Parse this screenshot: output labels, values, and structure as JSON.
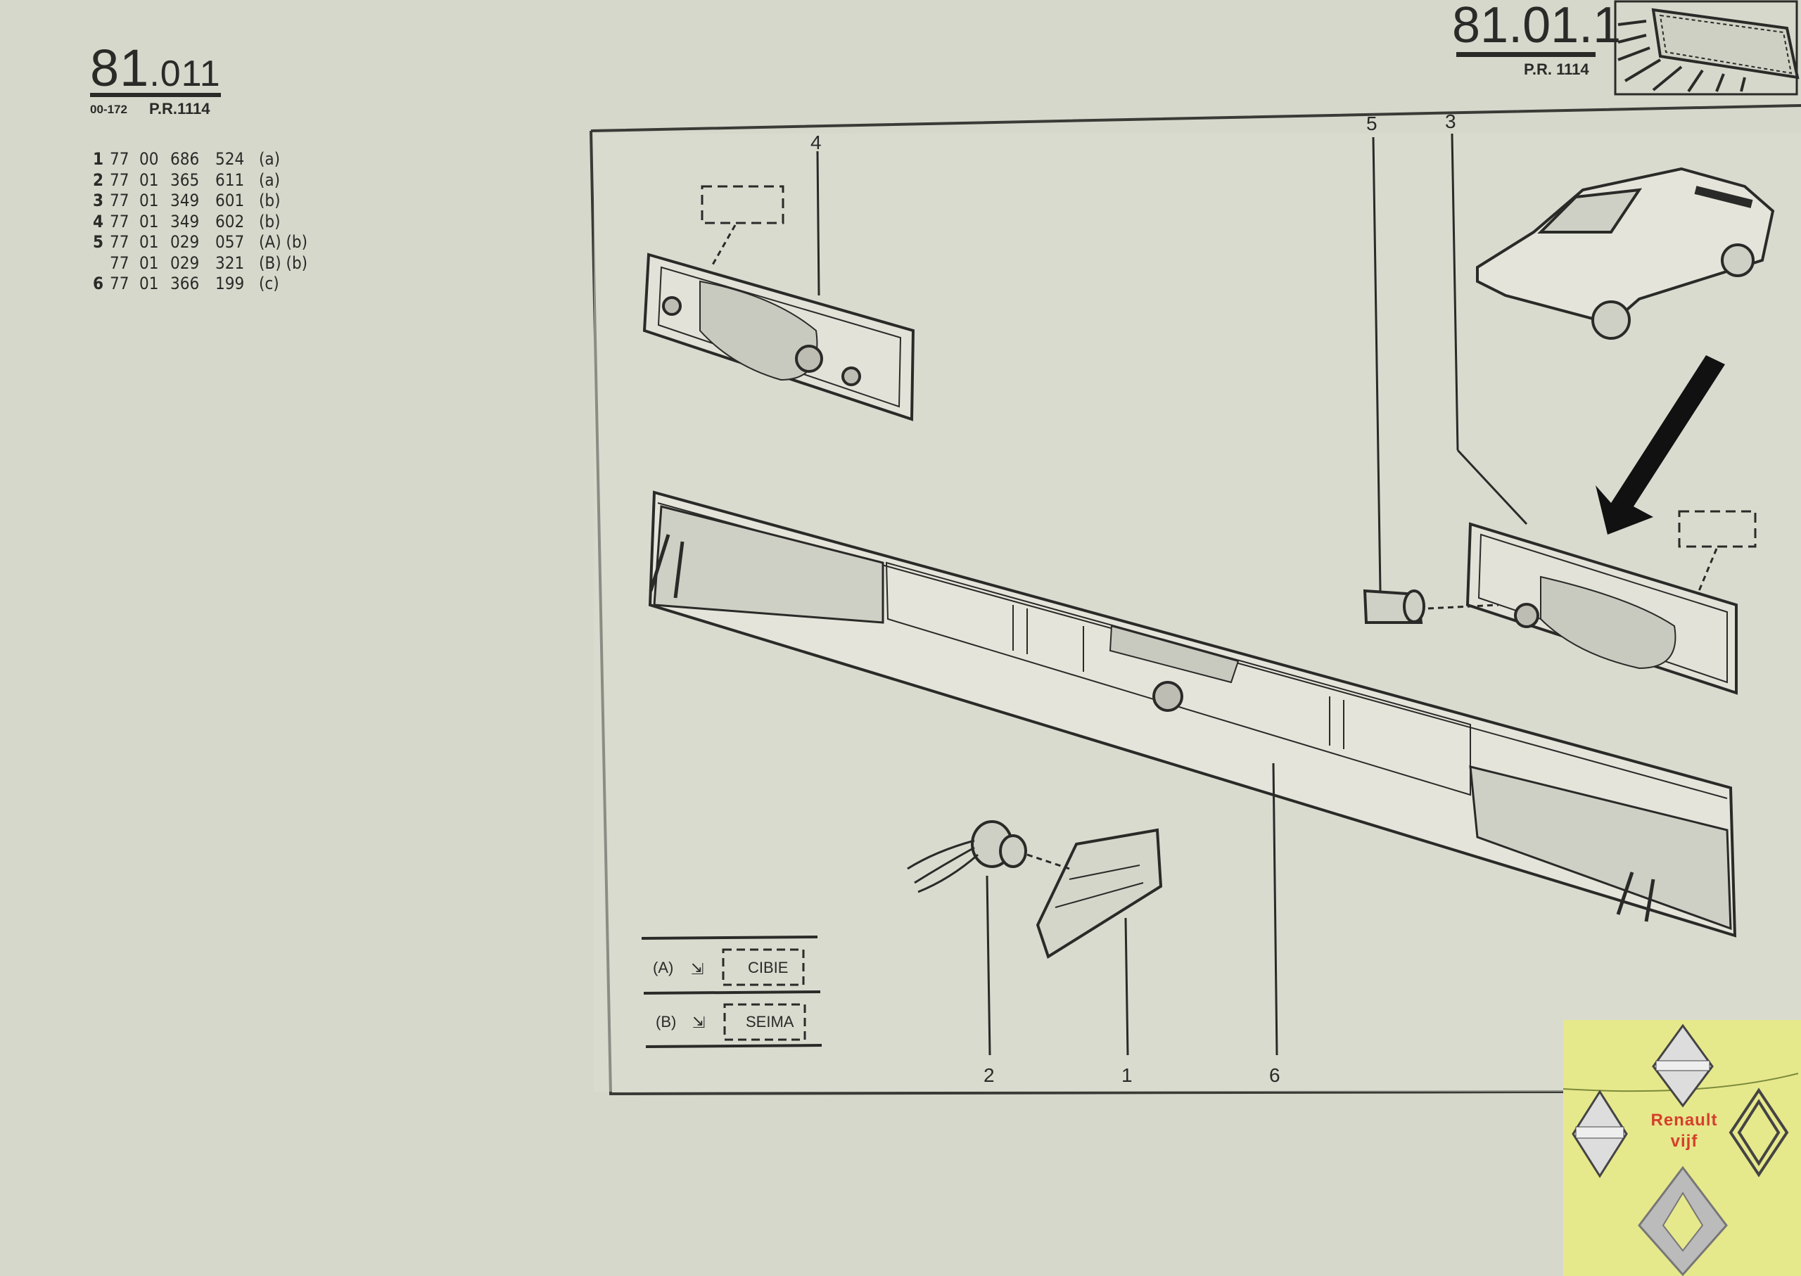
{
  "header_left": {
    "section_main": "81",
    "section_sub": ".011",
    "code": "00-172",
    "pr": "P.R.1114"
  },
  "header_right": {
    "section": "81.01.1",
    "pr": "P.R. 1114",
    "icon": "side-marker-lamp-icon"
  },
  "parts": [
    {
      "index": "1",
      "g1": "77",
      "g2": "00",
      "g3": "686",
      "g4": "524",
      "note": "(a)"
    },
    {
      "index": "2",
      "g1": "77",
      "g2": "01",
      "g3": "365",
      "g4": "611",
      "note": "(a)"
    },
    {
      "index": "3",
      "g1": "77",
      "g2": "01",
      "g3": "349",
      "g4": "601",
      "note": "(b)"
    },
    {
      "index": "4",
      "g1": "77",
      "g2": "01",
      "g3": "349",
      "g4": "602",
      "note": "(b)"
    },
    {
      "index": "5",
      "g1": "77",
      "g2": "01",
      "g3": "029",
      "g4": "057",
      "note": "(A) (b)"
    },
    {
      "index": "",
      "g1": "77",
      "g2": "01",
      "g3": "029",
      "g4": "321",
      "note": "(B) (b)"
    },
    {
      "index": "6",
      "g1": "77",
      "g2": "01",
      "g3": "366",
      "g4": "199",
      "note": "(c)"
    }
  ],
  "callouts": {
    "c1": "1",
    "c2": "2",
    "c3": "3",
    "c4": "4",
    "c5": "5",
    "c6": "6"
  },
  "legend": [
    {
      "key": "(A)",
      "brand": "CIBIE"
    },
    {
      "key": "(B)",
      "brand": "SEIMA"
    }
  ],
  "watermark": {
    "line1": "Renault",
    "line2": "vijf",
    "badge": "RENAULT",
    "color": "#d5402c"
  }
}
